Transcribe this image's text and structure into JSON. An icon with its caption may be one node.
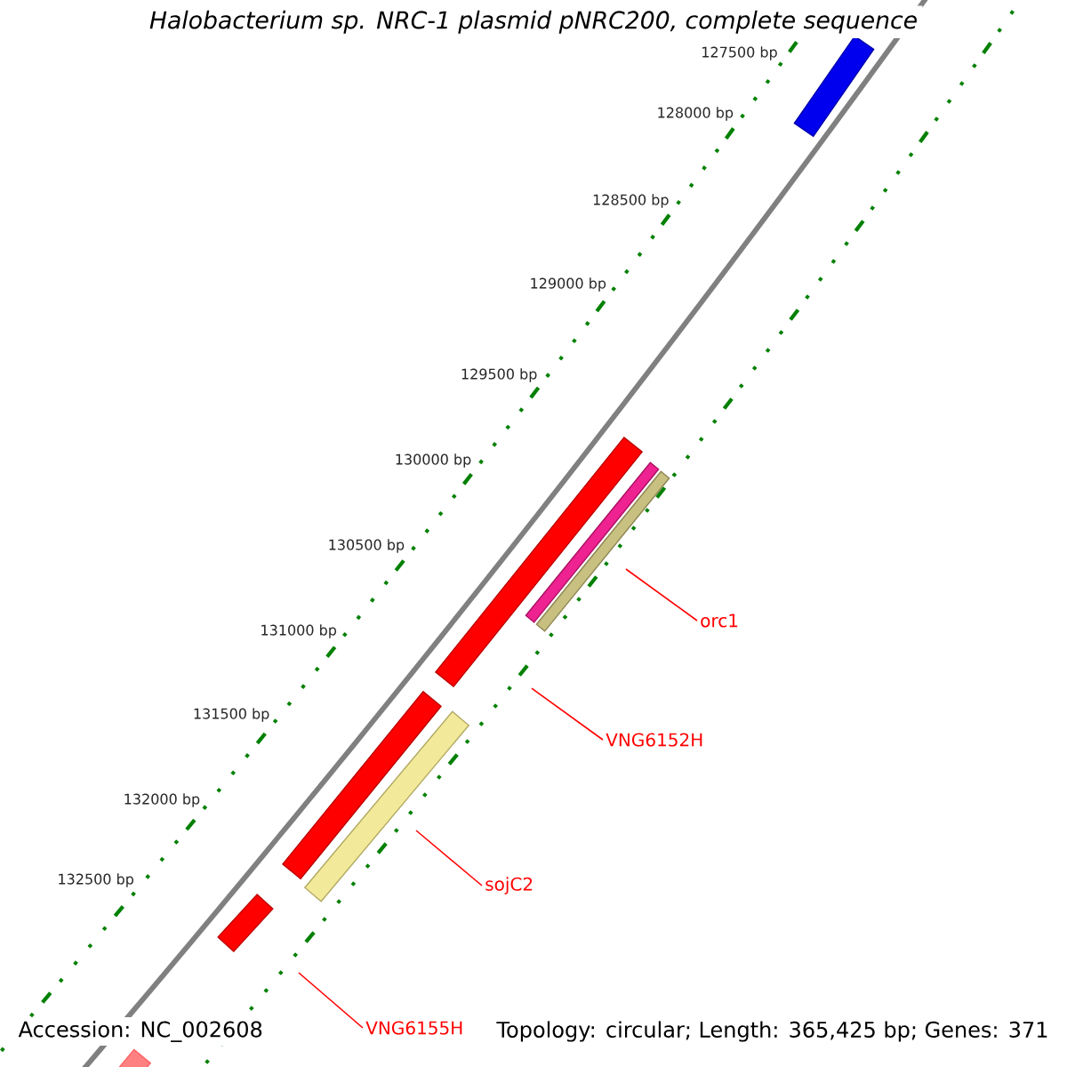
{
  "diagram": {
    "title": "Halobacterium sp. NRC-1 plasmid pNRC200, complete sequence",
    "nodes": [
      {
        "text": [],
        "shape": "bar"
      },
      {
        "text": [],
        "shape": "bar"
      },
      {
        "text": [],
        "shape": "bar"
      },
      {
        "text": [],
        "shape": "bar"
      },
      {
        "text": [
          "orc1"
        ]
      },
      {
        "text": [
          "VNG6152H"
        ]
      },
      {
        "text": [],
        "shape": "bar"
      },
      {
        "text": [],
        "shape": "bar"
      },
      {
        "text": [
          "sojC2"
        ]
      },
      {
        "text": [],
        "shape": "bar"
      },
      {
        "text": [
          "VNG6155H"
        ]
      },
      {
        "text": [],
        "shape": "bar"
      }
    ],
    "edges": [
      {
        "from": 4,
        "to": 2,
        "arrow": "none"
      },
      {
        "from": 5,
        "to": 1,
        "arrow": "none"
      },
      {
        "from": 8,
        "to": 7,
        "arrow": "none"
      },
      {
        "from": 10,
        "to": 9,
        "arrow": "none"
      }
    ],
    "labels": [
      "127500 bp",
      "128000 bp",
      "128500 bp",
      "129000 bp",
      "129500 bp",
      "130000 bp",
      "130500 bp",
      "131000 bp",
      "131500 bp",
      "132000 bp",
      "132500 bp",
      "Accession: NC_002608",
      "Topology: circular; Length: 365,425 bp; Genes: 371"
    ]
  }
}
